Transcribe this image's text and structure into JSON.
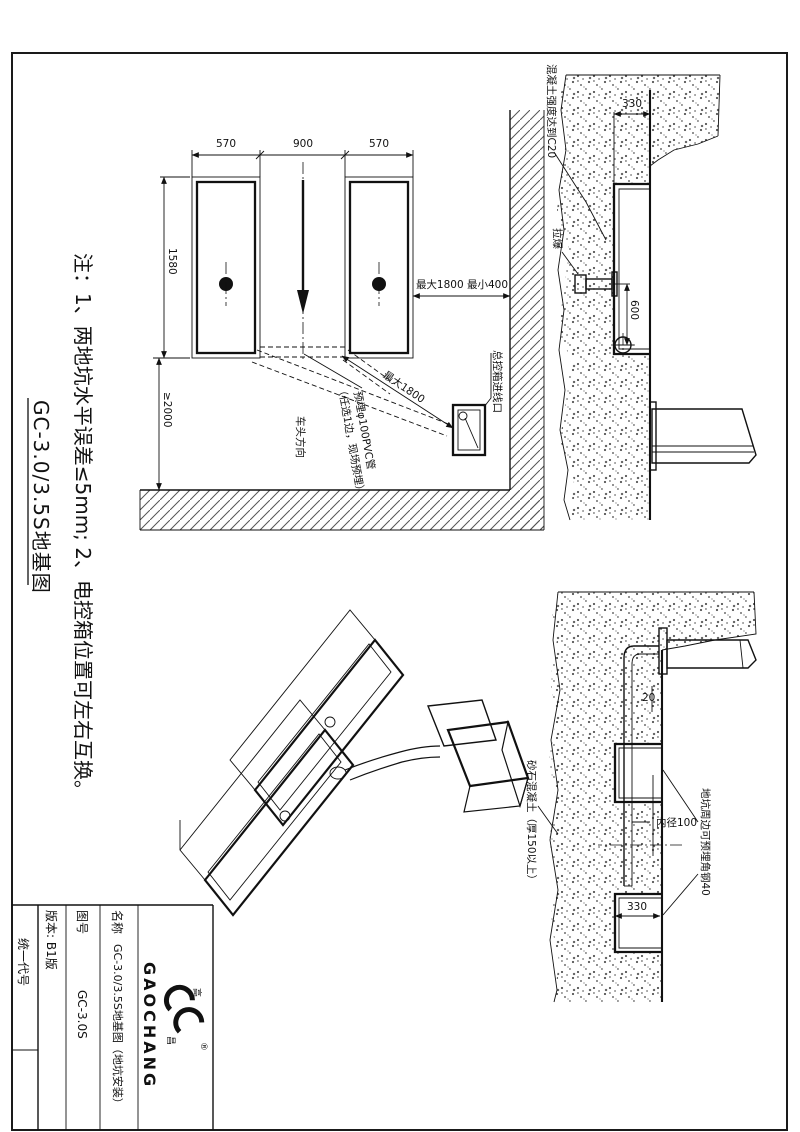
{
  "plan": {
    "dim_570_top": "570",
    "dim_900": "900",
    "dim_570_bottom": "570",
    "dim_1580": "1580",
    "dim_ge2000": "≥2000",
    "dim_wall": "最大1800  最小400",
    "dim_diag": "最大1800",
    "label_car_direction": "车头方向",
    "label_inlet": "总控箱进线口",
    "label_pvc1": "预埋φ100PVC管",
    "label_pvc2": "（任选1边，现场预埋）"
  },
  "section_a": {
    "dim_330": "330",
    "dim_600": "600",
    "label_concrete": "混凝土强度达到C20",
    "label_anchor": "拉爆"
  },
  "section_b": {
    "dim_20": "20",
    "dim_330": "330",
    "label_pipe_id": "内径100",
    "label_angle": "地坑周边可预埋角钢40",
    "label_bottom": "砂石混凝土（厚150以上）"
  },
  "notes": {
    "note": "注：1、两地坑水平误差≤5mm; 2、电控箱位置可左右互换。",
    "title": "GC-3.0/3.5S地基图"
  },
  "title_block": {
    "name_label": "名称",
    "name_value": "GC-3.0/3.5S地基图（地坑安装）",
    "no_label": "图号",
    "no_value": "GC-3.0S",
    "version": "版本: B1版",
    "code_label": "统一代号",
    "brand": "GAOCHANG",
    "brand_cn_1": "高",
    "brand_cn_2": "昌",
    "registered": "®"
  }
}
